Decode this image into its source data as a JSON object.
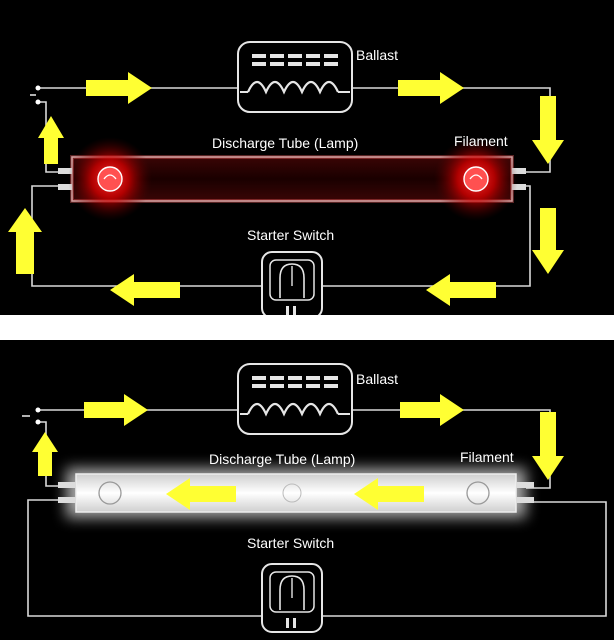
{
  "diagrams": [
    {
      "id": "preheat",
      "labels": {
        "ballast": "Ballast",
        "tube": "Discharge Tube (Lamp)",
        "filament": "Filament",
        "starter": "Starter Switch"
      },
      "tube_glow_color": "#ff2a2a"
    },
    {
      "id": "running",
      "labels": {
        "ballast": "Ballast",
        "tube": "Discharge Tube (Lamp)",
        "filament": "Filament",
        "starter": "Starter Switch"
      },
      "tube_glow_color": "#ffffff"
    }
  ],
  "colors": {
    "arrow": "#ffff33",
    "wire": "#d9d9d9"
  }
}
